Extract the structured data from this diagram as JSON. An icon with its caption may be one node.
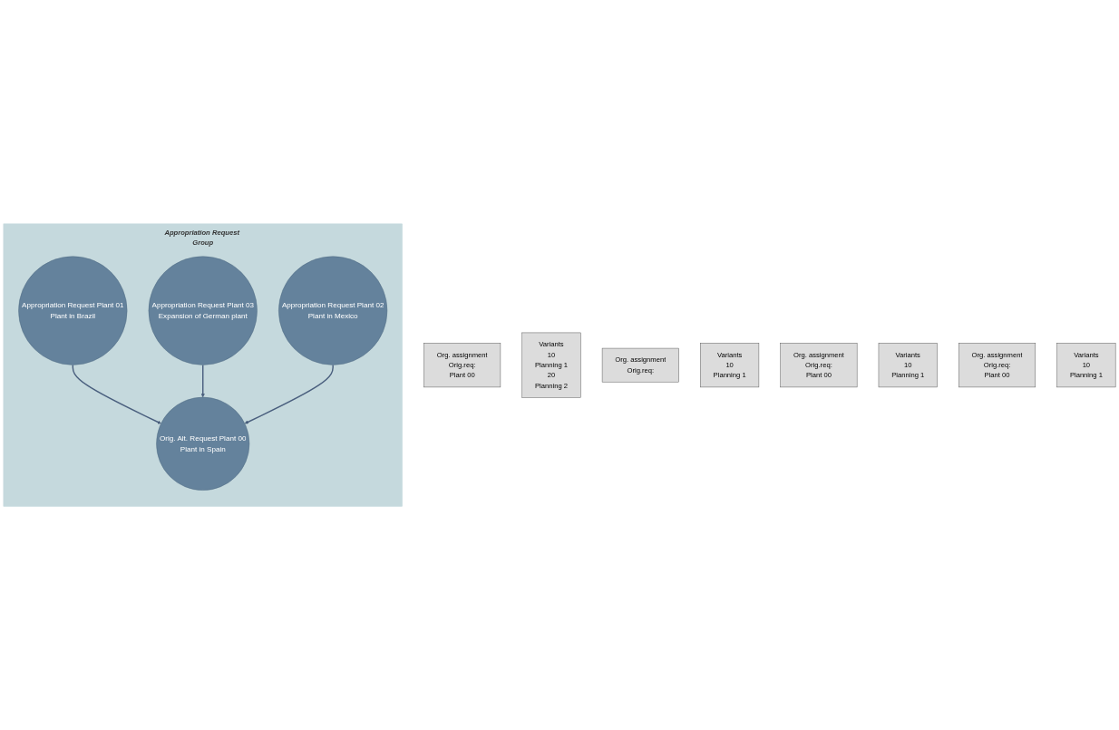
{
  "diagram": {
    "nodes": [
      {
        "text": [
          "Appropriation Request Group"
        ]
      },
      {
        "text": [
          "Appropriation Request Plant 01",
          "Plant in Brazil"
        ],
        "in": 0
      },
      {
        "text": [
          "Orig. Alt. Request Plant 00",
          "Plant in Spain"
        ],
        "in": 0
      },
      {
        "text": [
          "Appropriation Request Plant 03",
          "Expansion of German plant"
        ],
        "in": 0
      },
      {
        "text": [
          "Appropriation Request Plant 02",
          "Plant in Mexico"
        ],
        "in": 0
      },
      {
        "text": [
          "Org. assignment",
          "Orig.req:",
          "Plant 00"
        ]
      },
      {
        "text": [
          "Variants",
          "10",
          "Planning 1",
          "20",
          "Planning 2"
        ]
      },
      {
        "text": [
          "Org. assignment",
          "Orig.req:"
        ]
      },
      {
        "text": [
          "Variants",
          "10",
          "Planning 1"
        ]
      },
      {
        "text": [
          "Org. assignment",
          "Orig.req:",
          "Plant 00"
        ]
      },
      {
        "text": [
          "Variants",
          "10",
          "Planning 1"
        ]
      },
      {
        "text": [
          "Org. assignment",
          "Orig.req:",
          "Plant 00"
        ]
      },
      {
        "text": [
          "Variants",
          "10",
          "Planning 1"
        ]
      }
    ],
    "edges": [
      {
        "from": 1,
        "to": 2,
        "arrow": "to"
      },
      {
        "from": 3,
        "to": 2,
        "arrow": "to"
      },
      {
        "from": 4,
        "to": 2,
        "arrow": "to"
      }
    ]
  }
}
